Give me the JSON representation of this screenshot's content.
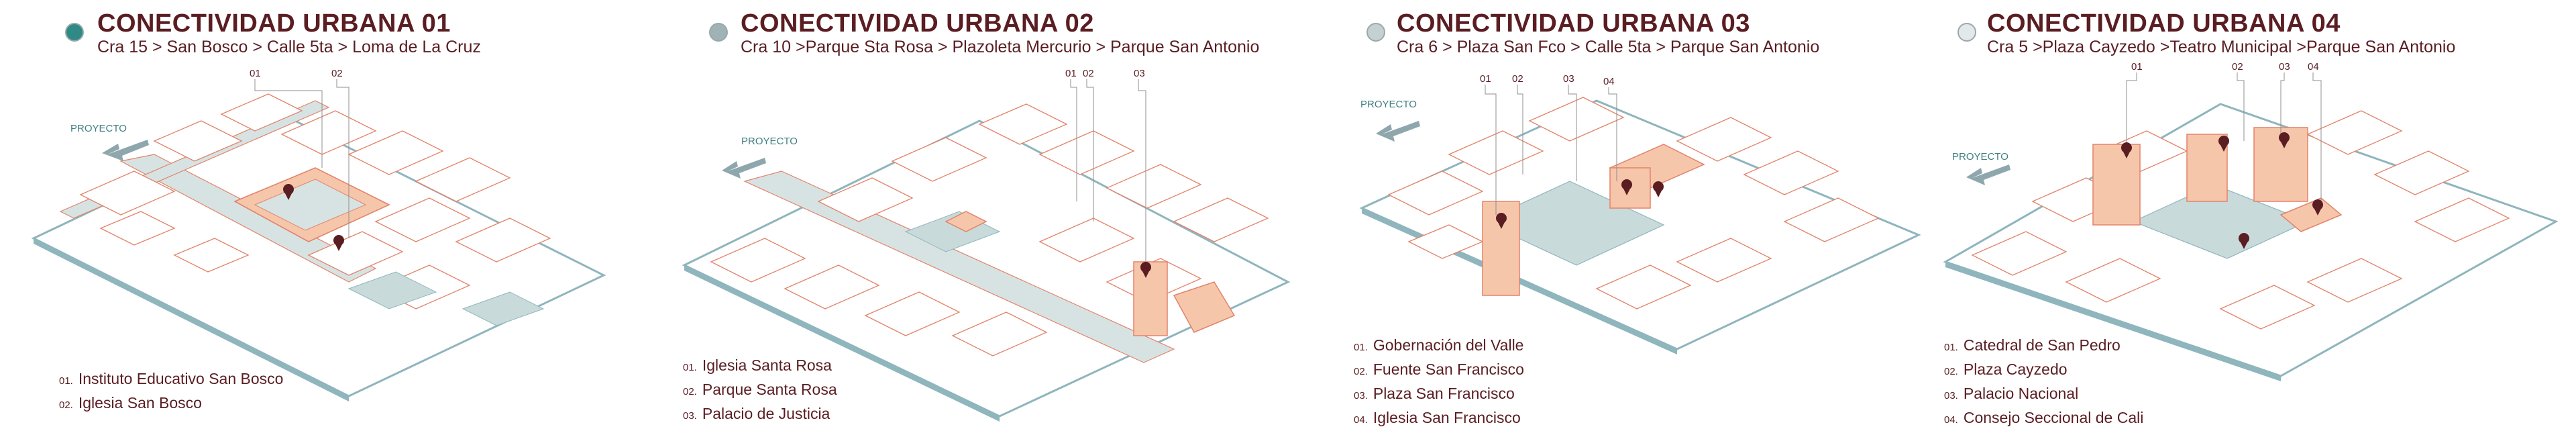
{
  "colors": {
    "title": "#5a1d22",
    "building_stroke": "#e2836a",
    "building_fill": "#ffffff",
    "highlight_fill": "#f6c6ab",
    "plaza_fill": "#c9dada",
    "ground_edge": "#8fb5bd",
    "arrow": "#8ea7ad",
    "marker": "#5a1d22"
  },
  "panels": [
    {
      "dot_color": "#2f8a86",
      "title": "CONECTIVIDAD URBANA 01",
      "route": "Cra 15  > San Bosco > Calle 5ta > Loma de La Cruz",
      "proyecto_label": "PROYECTO",
      "callouts": [
        "01",
        "02"
      ],
      "legend": [
        {
          "num": "01.",
          "text": "Instituto Educativo San Bosco"
        },
        {
          "num": "02.",
          "text": "Iglesia San Bosco"
        }
      ]
    },
    {
      "dot_color": "#9fb3b6",
      "title": "CONECTIVIDAD URBANA 02",
      "route": "Cra 10 >Parque Sta Rosa > Plazoleta Mercurio > Parque San Antonio",
      "proyecto_label": "PROYECTO",
      "callouts": [
        "01",
        "02",
        "03"
      ],
      "legend": [
        {
          "num": "01.",
          "text": "Iglesia Santa Rosa"
        },
        {
          "num": "02.",
          "text": "Parque Santa Rosa"
        },
        {
          "num": "03.",
          "text": "Palacio de Justicia"
        }
      ]
    },
    {
      "dot_color": "#c4d0d2",
      "title": "CONECTIVIDAD URBANA 03",
      "route": "Cra 6  > Plaza San Fco  > Calle 5ta  > Parque San Antonio",
      "proyecto_label": "PROYECTO",
      "callouts": [
        "01",
        "02",
        "03",
        "04"
      ],
      "legend": [
        {
          "num": "01.",
          "text": "Gobernación del Valle"
        },
        {
          "num": "02.",
          "text": "Fuente San Francisco"
        },
        {
          "num": "03.",
          "text": "Plaza San Francisco"
        },
        {
          "num": "04.",
          "text": "Iglesia San Francisco"
        }
      ]
    },
    {
      "dot_color": "#e3e8e9",
      "title": "CONECTIVIDAD URBANA 04",
      "route": "Cra 5 >Plaza Cayzedo  >Teatro Municipal >Parque San Antonio",
      "proyecto_label": "PROYECTO",
      "callouts": [
        "01",
        "02",
        "03",
        "04"
      ],
      "legend": [
        {
          "num": "01.",
          "text": "Catedral de San Pedro"
        },
        {
          "num": "02.",
          "text": "Plaza Cayzedo"
        },
        {
          "num": "03.",
          "text": "Palacio Nacional"
        },
        {
          "num": "04.",
          "text": "Consejo Seccional de Cali"
        }
      ]
    }
  ]
}
